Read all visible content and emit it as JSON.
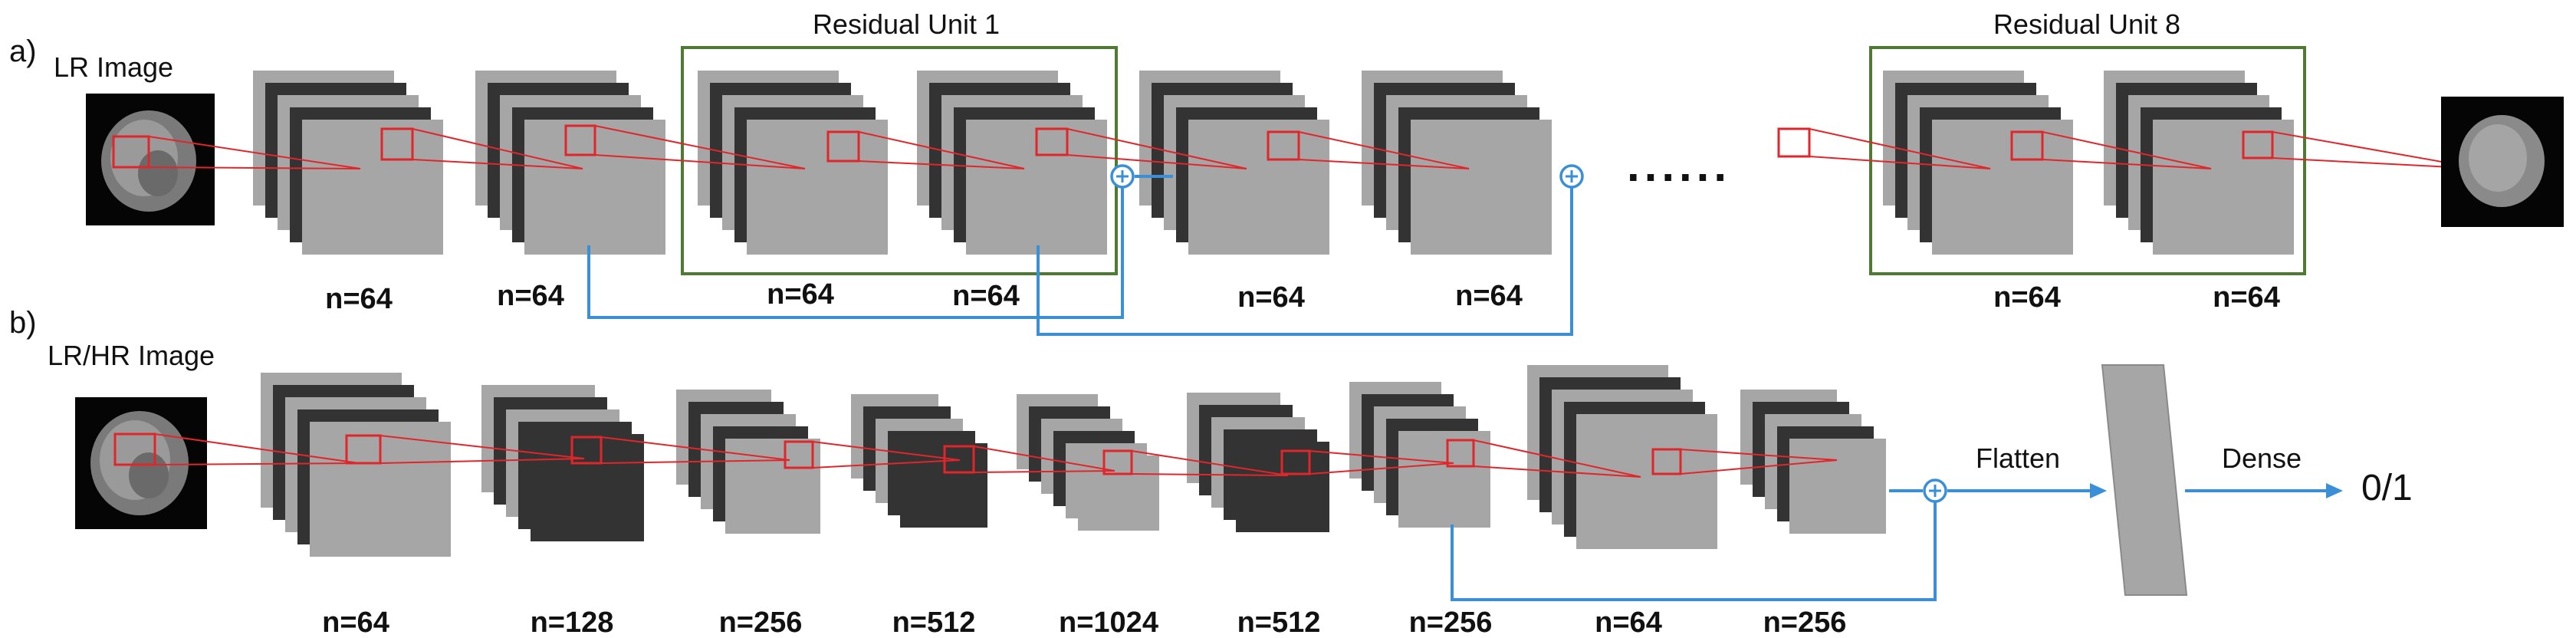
{
  "panel_a": {
    "label": "a)",
    "input_title": "LR Image",
    "residual_unit_first": "Residual Unit 1",
    "residual_unit_last": "Residual Unit 8",
    "ellipsis": "......",
    "counts": [
      "n=64",
      "n=64",
      "n=64",
      "n=64",
      "n=64",
      "n=64",
      "n=64",
      "n=64"
    ]
  },
  "panel_b": {
    "label": "b)",
    "input_title": "LR/HR Image",
    "flatten_label": "Flatten",
    "dense_label": "Dense",
    "output_label": "0/1",
    "counts": [
      "n=64",
      "n=128",
      "n=256",
      "n=512",
      "n=1024",
      "n=512",
      "n=256",
      "n=64",
      "n=256"
    ]
  },
  "colors": {
    "map_light": "#a6a6a6",
    "map_dark": "#333333",
    "kernel": "#e0262b",
    "skip": "#3a8fd6",
    "residual_box": "#4e7a34"
  }
}
